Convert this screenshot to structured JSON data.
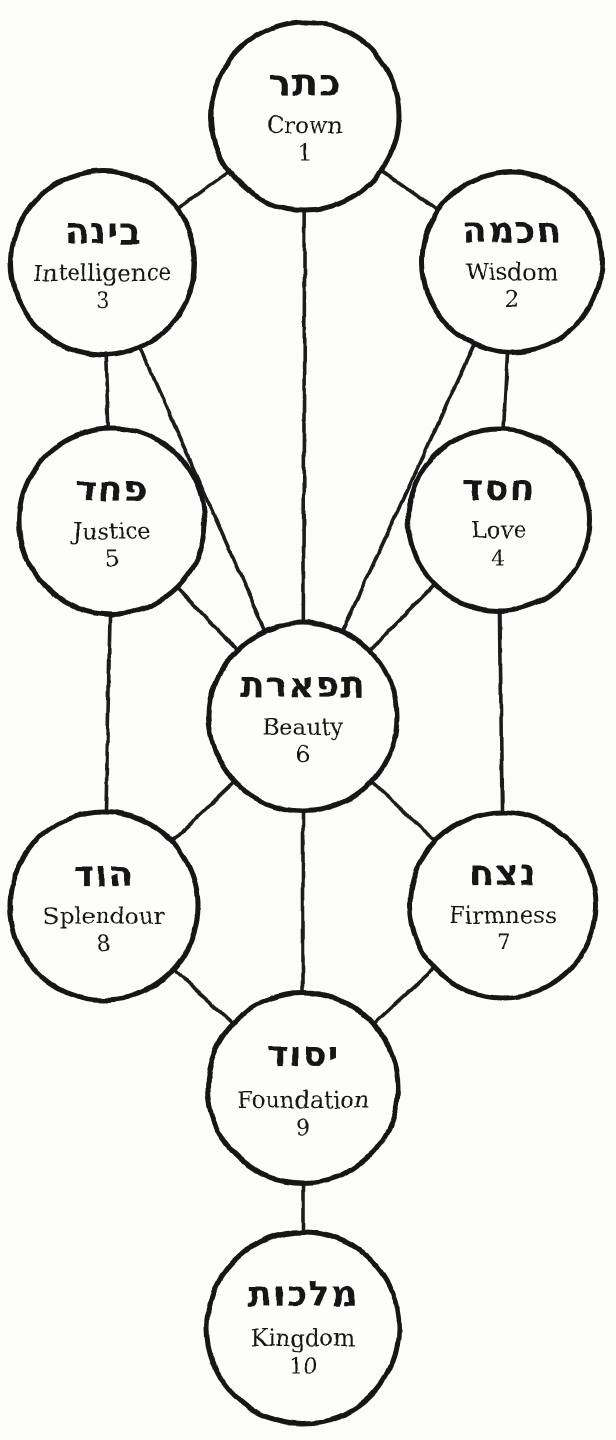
{
  "diagram": {
    "kind": "sephiroth-tree",
    "ink_color": "#1b1b1b",
    "paper_color": "#fcfcfa",
    "nodes": [
      {
        "id": "crown",
        "hebrew": "כתר",
        "name": "Crown",
        "number": "1"
      },
      {
        "id": "wisdom",
        "hebrew": "חכמה",
        "name": "Wisdom",
        "number": "2"
      },
      {
        "id": "intelligence",
        "hebrew": "בינה",
        "name": "Intelligence",
        "number": "3"
      },
      {
        "id": "love",
        "hebrew": "חסד",
        "name": "Love",
        "number": "4"
      },
      {
        "id": "justice",
        "hebrew": "פחד",
        "name": "Justice",
        "number": "5"
      },
      {
        "id": "beauty",
        "hebrew": "תפארת",
        "name": "Beauty",
        "number": "6"
      },
      {
        "id": "firmness",
        "hebrew": "נצח",
        "name": "Firmness",
        "number": "7"
      },
      {
        "id": "splendour",
        "hebrew": "הוד",
        "name": "Splendour",
        "number": "8"
      },
      {
        "id": "foundation",
        "hebrew": "יסוד",
        "name": "Foundation",
        "number": "9"
      },
      {
        "id": "kingdom",
        "hebrew": "מלכות",
        "name": "Kingdom",
        "number": "10"
      }
    ],
    "edges": [
      "crown-intelligence",
      "crown-wisdom",
      "crown-beauty",
      "intelligence-justice",
      "wisdom-love",
      "intelligence-beauty",
      "wisdom-beauty",
      "justice-beauty",
      "love-beauty",
      "justice-splendour",
      "love-firmness",
      "beauty-splendour",
      "beauty-firmness",
      "beauty-foundation",
      "splendour-foundation",
      "firmness-foundation",
      "foundation-kingdom"
    ]
  }
}
